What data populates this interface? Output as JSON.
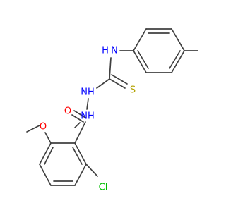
{
  "molecule": {
    "atom_labels": {
      "amide_oxygen": "O",
      "ether_oxygen": "O",
      "chlorine": "Cl",
      "thione_sulfur": "S",
      "amide_nh": "NH",
      "hydrazide_nh": "NH",
      "aryl_amine_n": "N",
      "aryl_amine_h": "H"
    },
    "colors": {
      "bond": "#404040",
      "oxygen": "#ff0000",
      "nitrogen": "#0000ff",
      "chlorine": "#00bd00",
      "sulfur": "#b2a100"
    }
  }
}
